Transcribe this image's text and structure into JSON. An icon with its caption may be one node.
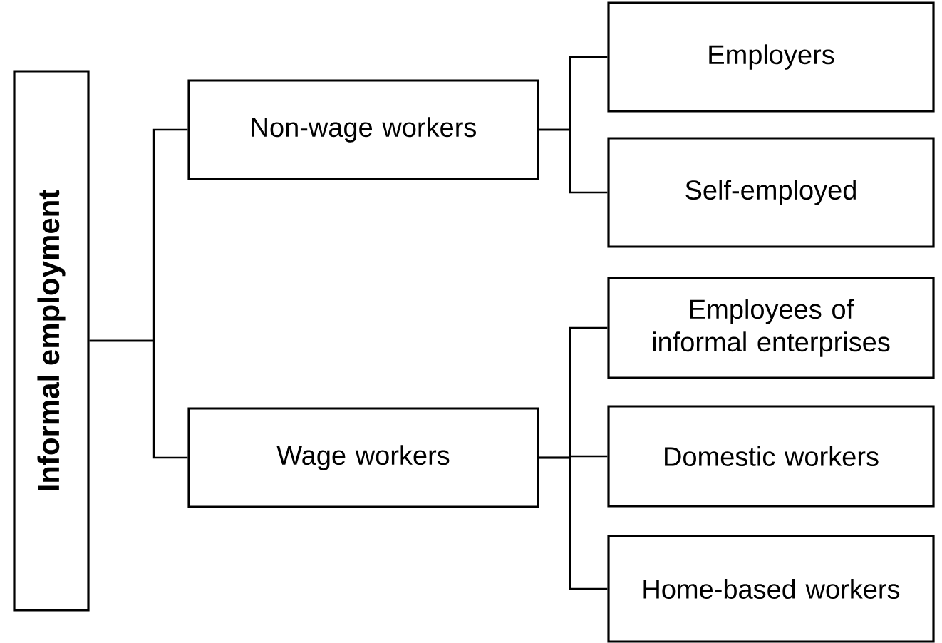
{
  "diagram": {
    "nodes": [
      {
        "text": [
          "Informal employment"
        ]
      },
      {
        "text": [
          "Non-wage workers"
        ]
      },
      {
        "text": [
          "Wage workers"
        ]
      },
      {
        "text": [
          "Employers"
        ]
      },
      {
        "text": [
          "Self-employed"
        ]
      },
      {
        "text": [
          "Employees of informal enterprises"
        ]
      },
      {
        "text": [
          "Domestic workers"
        ]
      },
      {
        "text": [
          "Home-based workers"
        ]
      }
    ],
    "edges": [
      {
        "from": 0,
        "to": 1,
        "arrow": "none"
      },
      {
        "from": 0,
        "to": 2,
        "arrow": "none"
      },
      {
        "from": 1,
        "to": 3,
        "arrow": "none"
      },
      {
        "from": 1,
        "to": 4,
        "arrow": "none"
      },
      {
        "from": 2,
        "to": 5,
        "arrow": "none"
      },
      {
        "from": 2,
        "to": 6,
        "arrow": "none"
      },
      {
        "from": 2,
        "to": 7,
        "arrow": "none"
      }
    ]
  }
}
